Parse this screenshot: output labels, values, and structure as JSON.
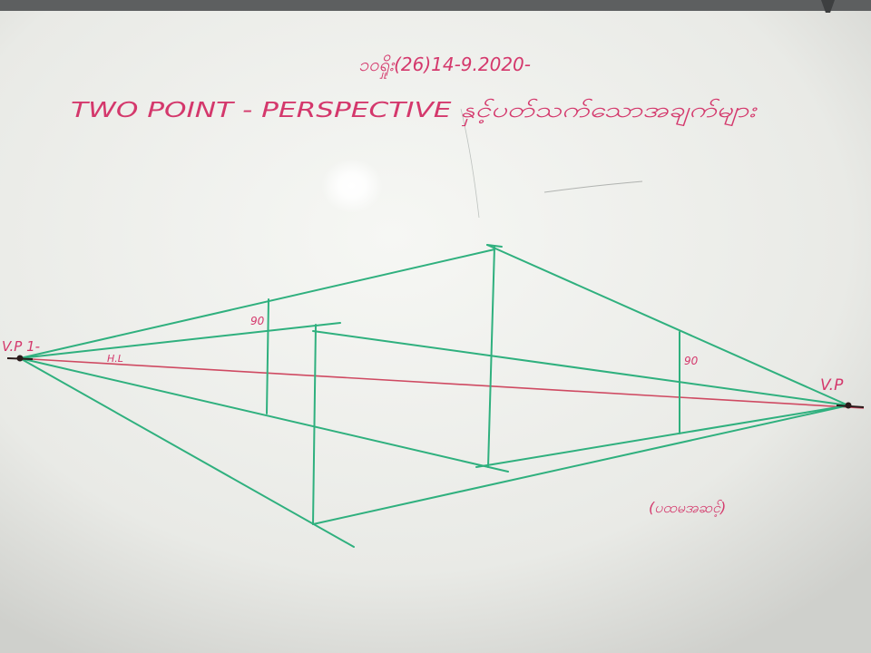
{
  "board": {
    "date_line": "၁၀ရှိုး(26)14-9.2020-",
    "title": "TWO POINT - PERSPECTIVE နှင့်ပတ်သက်သောအချက်များ",
    "vp_left_label": "V.P 1-",
    "vp_right_label": "V.P",
    "horizon_label": "H.L",
    "angle_label_left": "90",
    "angle_label_right": "90",
    "signature": "(ပထမအဆင့်)"
  },
  "colors": {
    "board": "#f1f2ef",
    "frame": "#5d5f60",
    "marker_red": "#d4386c",
    "horizon_red": "#cf4a62",
    "construction_green": "#2fb07e",
    "dot_black": "#2a1a1a"
  }
}
